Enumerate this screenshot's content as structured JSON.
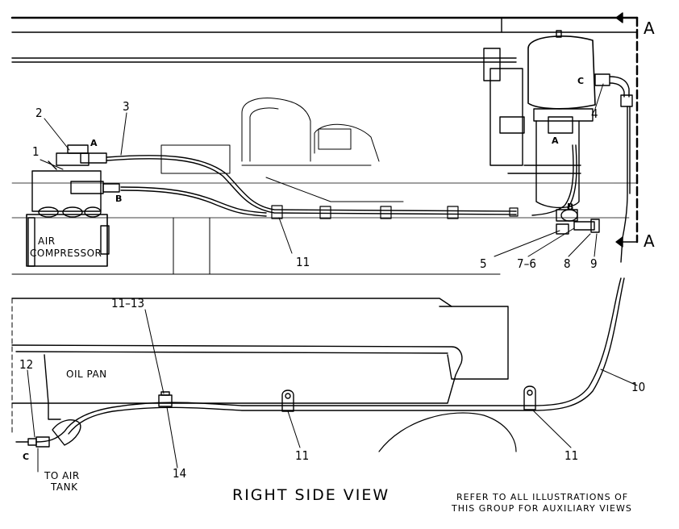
{
  "labels": {
    "air_compressor": [
      "AIR",
      "COMPRESSOR"
    ],
    "oil_pan": "OIL PAN",
    "to_air_tank": [
      "TO AIR",
      "TANK"
    ],
    "view_title": "RIGHT SIDE VIEW",
    "note": [
      "REFER TO ALL ILLUSTRATIONS OF",
      "THIS GROUP FOR AUXILIARY VIEWS"
    ],
    "section_mark": "A",
    "connection_letters": {
      "a": "A",
      "b": "B",
      "c": "C"
    }
  },
  "callouts": {
    "n1": "1",
    "n2": "2",
    "n3": "3",
    "n4": "4",
    "n5": "5",
    "n7_6": "7–6",
    "n8": "8",
    "n9": "9",
    "n10": "10",
    "n11": "11",
    "n11_13": "11–13",
    "n12": "12",
    "n14": "14"
  }
}
